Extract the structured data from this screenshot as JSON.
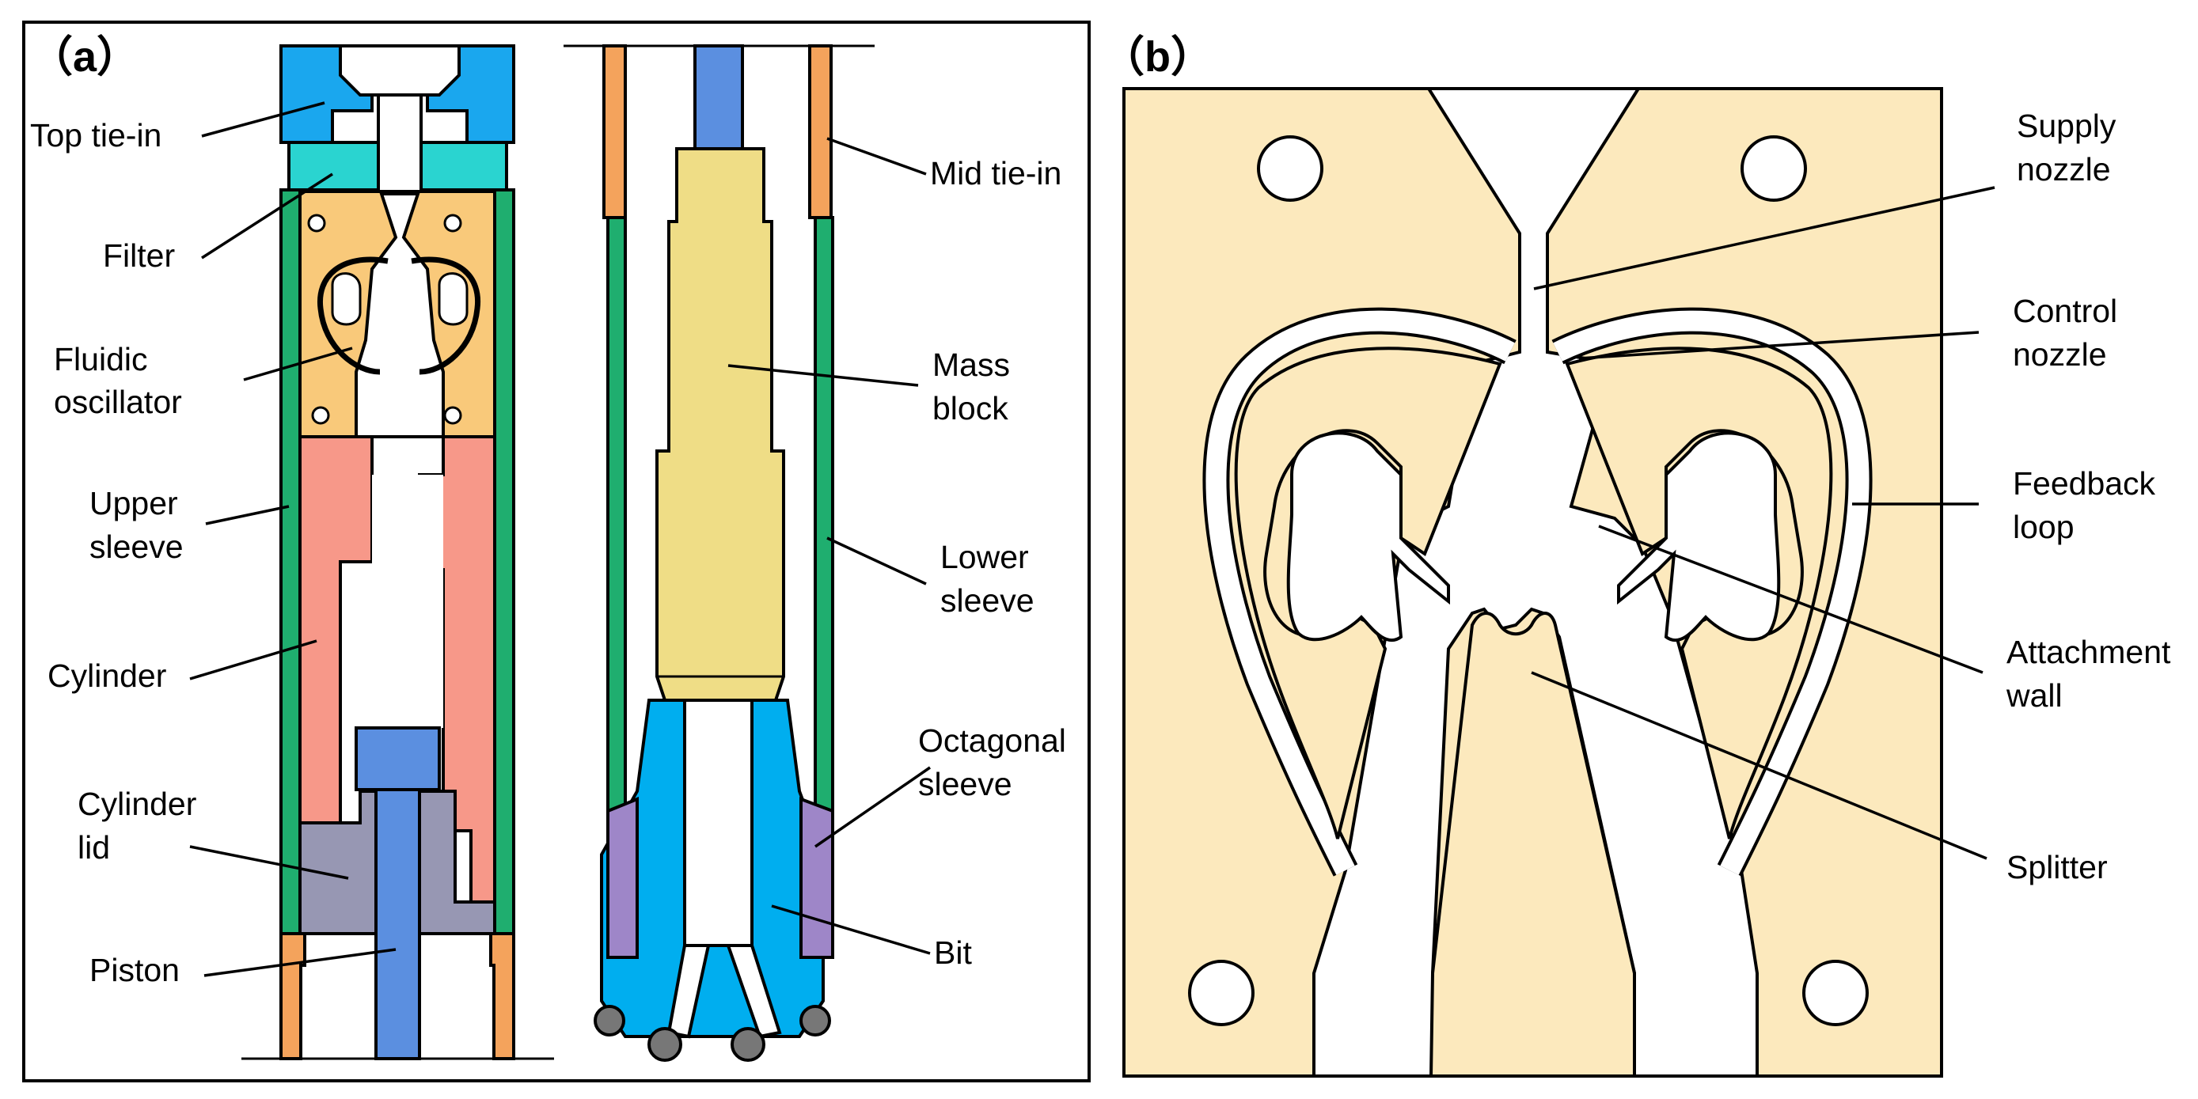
{
  "panel_a": {
    "tag": "（a）",
    "labels": {
      "top_tie_in": "Top tie-in",
      "filter": "Filter",
      "fluidic_oscillator_1": "Fluidic",
      "fluidic_oscillator_2": "oscillator",
      "upper_sleeve_1": "Upper",
      "upper_sleeve_2": "sleeve",
      "cylinder": "Cylinder",
      "cylinder_lid_1": "Cylinder",
      "cylinder_lid_2": "lid",
      "piston": "Piston",
      "mid_tie_in": "Mid tie-in",
      "mass_block_1": "Mass",
      "mass_block_2": "block",
      "lower_sleeve_1": "Lower",
      "lower_sleeve_2": "sleeve",
      "octagonal_sleeve_1": "Octagonal",
      "octagonal_sleeve_2": "sleeve",
      "bit": "Bit"
    }
  },
  "panel_b": {
    "tag": "（b）",
    "labels": {
      "supply_nozzle_1": "Supply",
      "supply_nozzle_2": "nozzle",
      "control_nozzle_1": "Control",
      "control_nozzle_2": "nozzle",
      "feedback_loop_1": "Feedback",
      "feedback_loop_2": "loop",
      "attachment_wall_1": "Attachment",
      "attachment_wall_2": "wall",
      "splitter": "Splitter"
    }
  },
  "colors": {
    "tie_in_blue": "#1aa7ee",
    "filter_cyan": "#2ad4d0",
    "oscillator_orange": "#f9c97a",
    "sleeve_green": "#1fae6f",
    "cylinder_salmon": "#f79889",
    "piston_blue": "#5b8fe0",
    "lid_gray": "#9797b3",
    "mid_tie_orange": "#f4a35c",
    "mass_yellow": "#efdd86",
    "bit_blue": "#00aeef",
    "octagonal_purple": "#9e86c8",
    "oscillator_plate": "#fce9bd"
  }
}
